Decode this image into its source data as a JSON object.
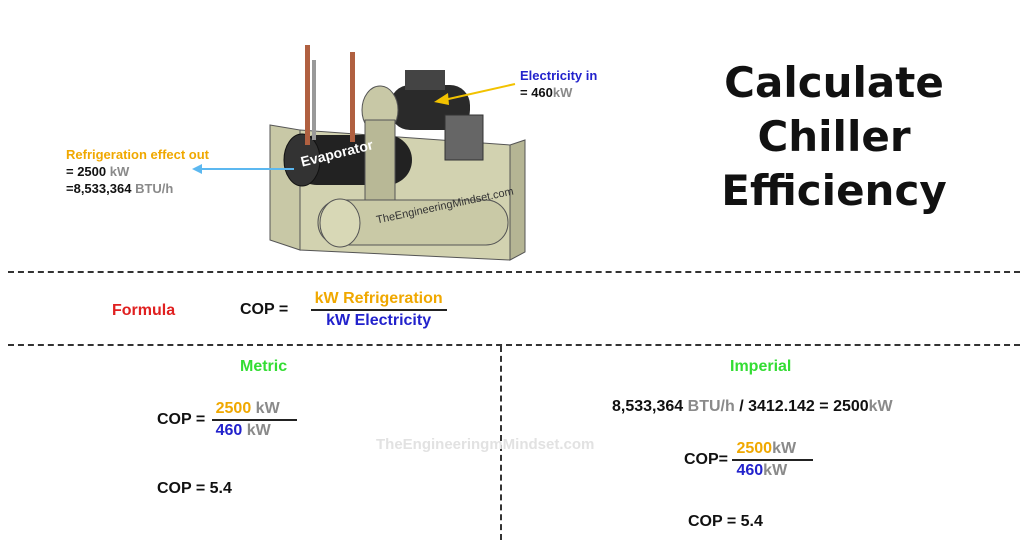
{
  "title_lines": [
    "Calculate",
    "Chiller",
    "Efficiency"
  ],
  "diagram": {
    "electricity_in": "Electricity in",
    "electricity_value_prefix": "= 460",
    "electricity_value_unit": "kW",
    "refrigeration_label": "Refrigeration effect out",
    "refrigeration_line1_prefix": "= 2500",
    "refrigeration_line1_unit": "kW",
    "refrigeration_line2_prefix": "=8,533,364",
    "refrigeration_line2_unit": "BTU/h",
    "evaporator": "Evaporator",
    "brand": "TheEngineeringMindset.com"
  },
  "formula": {
    "label": "Formula",
    "cop": "COP =",
    "numerator": "kW Refrigeration",
    "denominator": "kW Electricity"
  },
  "metric": {
    "heading": "Metric",
    "cop": "COP =",
    "num_value": "2500",
    "num_unit": "kW",
    "den_value": "460",
    "den_unit": "kW",
    "result": "COP = 5.4"
  },
  "imperial": {
    "heading": "Imperial",
    "conv_value": "8,533,364",
    "conv_unit": "BTU/h",
    "conv_rest": "/ 3412.142 = 2500",
    "conv_unit2": "kW",
    "cop": "COP=",
    "num_value": "2500",
    "num_unit": "kW",
    "den_value": "460",
    "den_unit": "kW",
    "result": "COP = 5.4"
  },
  "watermark": "TheEngineeringmMindset.com",
  "colors": {
    "orange": "#f0a800",
    "blue": "#2222cc",
    "grey": "#8a8a8a",
    "red": "#e02020",
    "green": "#33dd33"
  }
}
